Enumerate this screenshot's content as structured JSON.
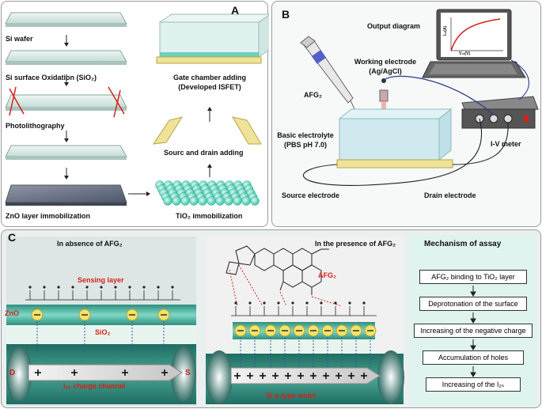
{
  "panels": {
    "a_label": "A",
    "b_label": "B",
    "c_label": "C"
  },
  "panel_a": {
    "si_wafer": "Si wafer",
    "oxidation": "Si surface Oxidation (SiO₂)",
    "photolithography": "Photolithography",
    "zno": "ZnO layer immobilization",
    "tio2": "TiO₂ immobilization",
    "source_drain": "Sourc and drain adding",
    "gate_chamber": "Gate chamber adding",
    "developed": "(Developed ISFET)"
  },
  "panel_b": {
    "output_diagram": "Output diagram",
    "working_electrode": "Working electrode",
    "ag_agcl": "(Ag/AgCl)",
    "afg2": "AFG₂",
    "basic_electrolyte": "Basic electrolyte",
    "pbs": "(PBS pH 7.0)",
    "iv_meter": "I-V meter",
    "source_electrode": "Source electrode",
    "drain_electrode": "Drain electrode",
    "plot_xlabel": "V₂ₛ(V)",
    "plot_ylabel": "I₂ₛ(A)"
  },
  "panel_c": {
    "absence_title": "In absence of AFG₂",
    "presence_title": "In the presence of AFG₂",
    "sensing_layer": "Sensing layer",
    "afg2": "AFG₂",
    "zno": "ZnO",
    "sio2": "SiO₂",
    "d": "D",
    "s": "S",
    "channel": "I₂ₛ charge channel",
    "ptype": "Si p-type wafer",
    "mechanism_title": "Mechanism of assay",
    "steps": [
      "AFG₂ binding to TiO₂ layer",
      "Deprotonation of the surface",
      "Increasing of the negative charge",
      "Accumulation of holes",
      "Increasing of the I₂ₛ"
    ]
  },
  "colors": {
    "green": "#2e8f7e",
    "red": "#d6201a",
    "blue": "#3a4ca8",
    "yellow": "#e8d54a"
  }
}
